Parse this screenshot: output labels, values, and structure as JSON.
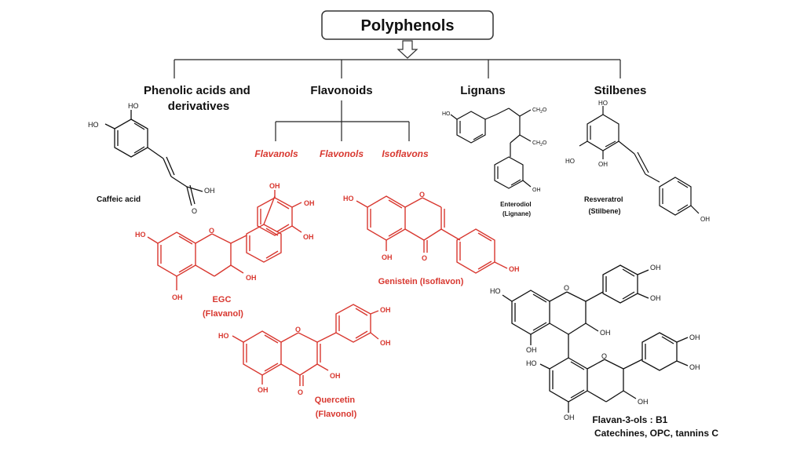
{
  "title": "Polyphenols",
  "colors": {
    "black": "#111111",
    "red": "#d8372f"
  },
  "classes": [
    {
      "line1": "Phenolic acids and",
      "line2": "derivatives"
    },
    {
      "line1": "Flavonoids"
    },
    {
      "line1": "Lignans"
    },
    {
      "line1": "Stilbenes"
    }
  ],
  "subclasses": [
    "Flavanols",
    "Flavonols",
    "Isoflavons"
  ],
  "compounds": {
    "caffeic": {
      "name": "Caffeic acid"
    },
    "enterodiol": {
      "line1": "Enterodiol",
      "line2": "(Lignane)"
    },
    "resveratrol": {
      "line1": "Resveratrol",
      "line2": "(Stilbene)"
    },
    "egc": {
      "line1": "EGC",
      "line2": "(Flavanol)"
    },
    "genistein": {
      "name": "Genistein (Isoflavon)"
    },
    "quercetin": {
      "line1": "Quercetin",
      "line2": "(Flavonol)"
    },
    "b1": {
      "line1": "Flavan-3-ols : B1",
      "line2": "Catechines, OPC, tannins C"
    }
  },
  "atoms": {
    "oh": "OH",
    "ho": "HO",
    "o": "O",
    "ch2o": "CH",
    "ch2o_sub": "2",
    "ch2o_tail": "O"
  }
}
